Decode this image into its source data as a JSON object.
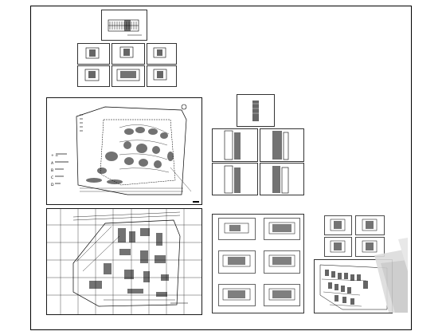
{
  "colors": {
    "ink": "#000000",
    "paper": "#ffffff",
    "watermark": "#d9d9d9"
  },
  "legend": {
    "lines": [
      "+ =",
      "A",
      "B",
      "C",
      "D"
    ]
  }
}
